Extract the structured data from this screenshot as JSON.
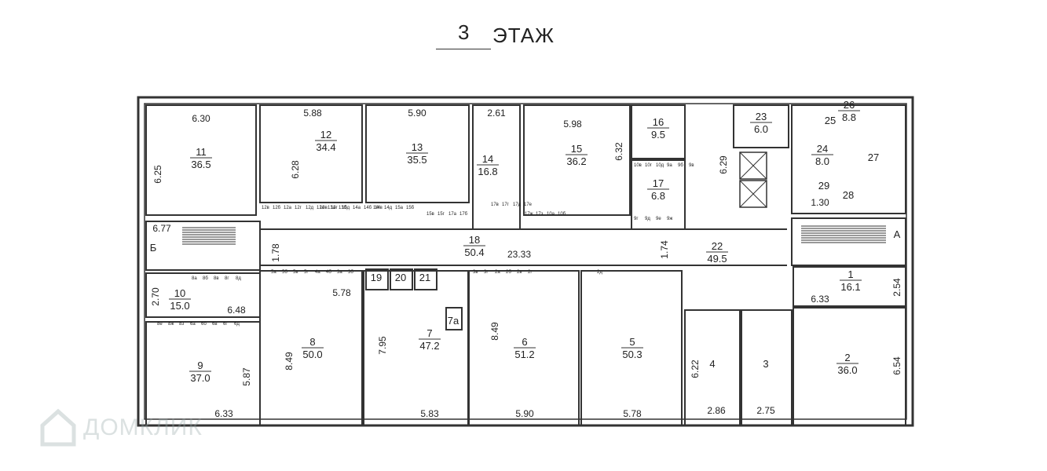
{
  "title": {
    "number": "3",
    "label": "ЭТАЖ"
  },
  "rooms": [
    {
      "id": "11",
      "area": "36.5"
    },
    {
      "id": "12",
      "area": "34.4"
    },
    {
      "id": "13",
      "area": "35.5"
    },
    {
      "id": "14",
      "area": "16.8"
    },
    {
      "id": "15",
      "area": "36.2"
    },
    {
      "id": "16",
      "area": "9.5"
    },
    {
      "id": "17",
      "area": "6.8"
    },
    {
      "id": "18",
      "area": "50.4"
    },
    {
      "id": "22",
      "area": "49.5"
    },
    {
      "id": "23",
      "area": "6.0"
    },
    {
      "id": "26",
      "area": "8.8"
    },
    {
      "id": "24",
      "area": "8.0"
    },
    {
      "id": "10",
      "area": "15.0"
    },
    {
      "id": "9",
      "area": "37.0"
    },
    {
      "id": "8",
      "area": "50.0"
    },
    {
      "id": "7",
      "area": "47.2"
    },
    {
      "id": "6",
      "area": "51.2"
    },
    {
      "id": "5",
      "area": "50.3"
    },
    {
      "id": "1",
      "area": "16.1"
    },
    {
      "id": "2",
      "area": "36.0"
    }
  ],
  "plain_labels": [
    "25",
    "27",
    "29",
    "28",
    "19",
    "20",
    "21",
    "7а",
    "4",
    "3",
    "Б",
    "А"
  ],
  "dimensions": [
    "6.30",
    "5.88",
    "5.90",
    "2.61",
    "5.98",
    "6.25",
    "6.28",
    "6.32",
    "6.29",
    "1.30",
    "6.77",
    "1.78",
    "23.33",
    "1.74",
    "2.70",
    "6.48",
    "5.78",
    "6.33",
    "2.54",
    "8.49",
    "7.95",
    "8.49",
    "6.22",
    "6.54",
    "5.87",
    "6.33",
    "5.83",
    "5.90",
    "5.78",
    "2.86",
    "2.75"
  ],
  "subrooms": [
    "12в",
    "12б",
    "12а",
    "12г",
    "12д",
    "12е",
    "13а",
    "13б",
    "13в",
    "13г",
    "13д",
    "14а",
    "14б",
    "14в",
    "14г",
    "14д",
    "15а",
    "15б",
    "15в",
    "15г",
    "17а",
    "17б",
    "17в",
    "17г",
    "17д",
    "17е",
    "17ж",
    "17з",
    "10а",
    "10б",
    "10в",
    "10г",
    "10д",
    "9а",
    "9б",
    "9в",
    "9г",
    "9д",
    "9е",
    "9ж",
    "8а",
    "8б",
    "8в",
    "8г",
    "8д",
    "8е",
    "8ж",
    "8з",
    "6а",
    "6б",
    "6в",
    "6г",
    "6д",
    "5а",
    "5б",
    "5в",
    "5г",
    "4а",
    "4б",
    "3а",
    "3б",
    "3в",
    "3г",
    "2а",
    "2б",
    "2в",
    "2г",
    "2д"
  ],
  "watermark": "ДОМКЛИК"
}
